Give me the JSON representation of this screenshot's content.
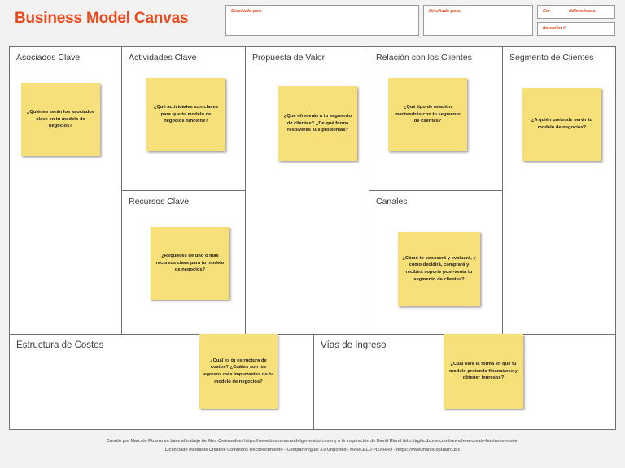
{
  "header": {
    "title": "Business Model Canvas",
    "accent_color": "#e8491d",
    "designed_by_label": "Diseñado por:",
    "designed_by_value": "",
    "designed_for_label": "Diseñado para:",
    "designed_for_value": "",
    "date_label": "En:",
    "date_value": "dd/mm/aaaa",
    "iteration_label": "Iteración #",
    "iteration_value": ""
  },
  "canvas": {
    "note_color": "#f7df79",
    "blocks": {
      "key_partners": {
        "title": "Asociados Clave",
        "note": "¿Quiénes serán los asociados clave en tu modelo de negocios?"
      },
      "key_activities": {
        "title": "Actividades Clave",
        "note": "¿Qué actividades son claves para que tu modelo de negocios funcione?"
      },
      "key_resources": {
        "title": "Recursos Clave",
        "note": "¿Requieres de uno o más recursos clave para tu modelo de negocios?"
      },
      "value_proposition": {
        "title": "Propuesta de Valor",
        "note": "¿Qué ofrecerás a tu segmento de clientes? ¿De qué forma resolverás sus problemas?"
      },
      "customer_relationships": {
        "title": "Relación con los Clientes",
        "note": "¿Qué tipo de relación mantendrás con tu segmento de clientes?"
      },
      "channels": {
        "title": "Canales",
        "note": "¿Cómo te conocerá y evaluará, y cómo decidirá, comprará y recibirá soporte post-venta tu segmento de clientes?"
      },
      "customer_segments": {
        "title": "Segmento de Clientes",
        "note": "¿A quién pretende servir tu modelo de negocios?"
      },
      "cost_structure": {
        "title": "Estructura de Costos",
        "note": "¿Cuál es tu estructura de costos? ¿Cuáles son los egresos más importantes de tu modelo de negocios?"
      },
      "revenue_streams": {
        "title": "Vías de Ingreso",
        "note": "¿Cuál será la forma en que tu modelo pretende financiarse y obtener ingresos?"
      }
    }
  },
  "footer": {
    "line1": "Creado por Marcelo Pizarro en base al trabajo de Alex Osterwalder https://www.businessmodelgeneration.com y a la inspiración de David Bland http://agile.dzone.com/news/how-create-business-model",
    "line2": "Licenciado mediante Creative Commons Reconocimiento - Compartir Igual 3.0 Unported - MARCELO PIZARRO - https://www.marcelopizarro.biz"
  }
}
